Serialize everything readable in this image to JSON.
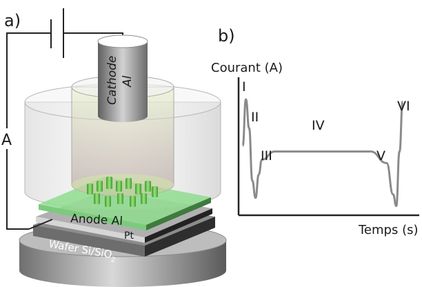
{
  "panel_a": {
    "label": "a)",
    "circuit_label": "A",
    "cathode_line1": "Cathode",
    "cathode_line2": "Al",
    "anode_label": "Anode Al",
    "pt_label": "Pt",
    "wafer_label": "Wafer Si/SiO",
    "wafer_subscript": "2",
    "colors": {
      "electrolyte_green": "#8fdc8f",
      "rod_green": "#4fbf3a",
      "cathode_grey": "#9a9a9a"
    }
  },
  "panel_b": {
    "label": "b)",
    "y_label": "Courant (A)",
    "x_label": "Temps (s)",
    "stage_labels": [
      "I",
      "II",
      "III",
      "IV",
      "V",
      "VI"
    ]
  },
  "chart_data": {
    "type": "line",
    "xlabel": "Temps (s)",
    "ylabel": "Courant (A)",
    "series": [
      {
        "x": [
          0,
          2,
          4,
          6,
          8,
          10,
          12,
          20,
          40,
          60,
          80,
          90,
          94,
          96,
          98,
          100
        ],
        "y": [
          0.6,
          1.0,
          0.75,
          0.3,
          0.15,
          0.35,
          0.48,
          0.55,
          0.55,
          0.55,
          0.55,
          0.45,
          0.18,
          0.08,
          0.55,
          0.98
        ]
      }
    ],
    "annotations": [
      "I",
      "II",
      "III",
      "IV",
      "V",
      "VI"
    ]
  }
}
